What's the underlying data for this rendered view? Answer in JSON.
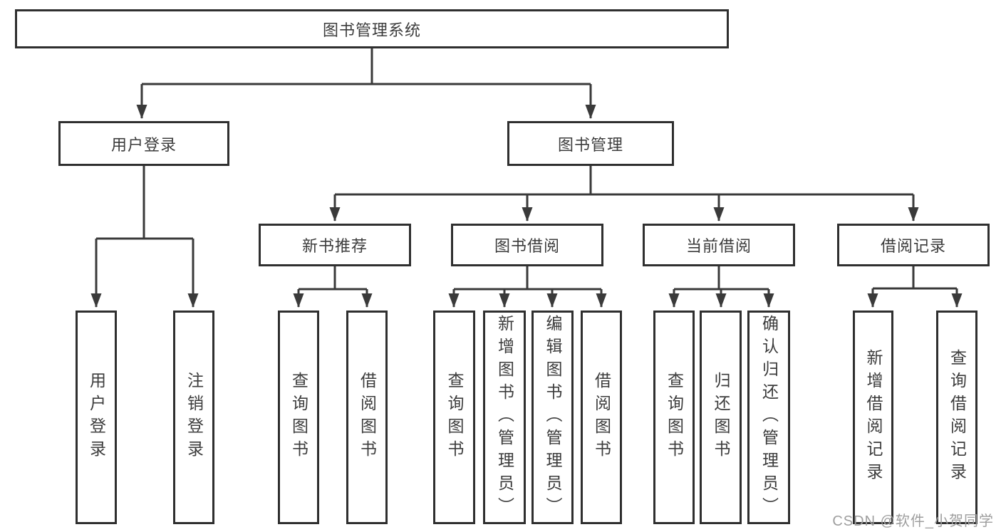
{
  "diagram": {
    "root": {
      "label": "图书管理系统"
    },
    "branches": [
      {
        "label": "用户登录",
        "children": [
          {
            "label": "用户登录"
          },
          {
            "label": "注销登录"
          }
        ]
      },
      {
        "label": "图书管理",
        "children": [
          {
            "label": "新书推荐",
            "children": [
              {
                "label": "查询图书"
              },
              {
                "label": "借阅图书"
              }
            ]
          },
          {
            "label": "图书借阅",
            "children": [
              {
                "label": "查询图书"
              },
              {
                "label": "新增图书（管理员）"
              },
              {
                "label": "编辑图书（管理员）"
              },
              {
                "label": "借阅图书"
              }
            ]
          },
          {
            "label": "当前借阅",
            "children": [
              {
                "label": "查询图书"
              },
              {
                "label": "归还图书"
              },
              {
                "label": "确认归还（管理员）"
              }
            ]
          },
          {
            "label": "借阅记录",
            "children": [
              {
                "label": "新增借阅记录"
              },
              {
                "label": "查询借阅记录"
              }
            ]
          }
        ]
      }
    ]
  },
  "watermark": {
    "text": "CSDN @软件_小贺同学"
  },
  "colors": {
    "line": "#3a3a3a",
    "border": "#2f2f2f",
    "text": "#3c3c3c",
    "watermark": "#9e9e9e",
    "background": "#ffffff"
  }
}
